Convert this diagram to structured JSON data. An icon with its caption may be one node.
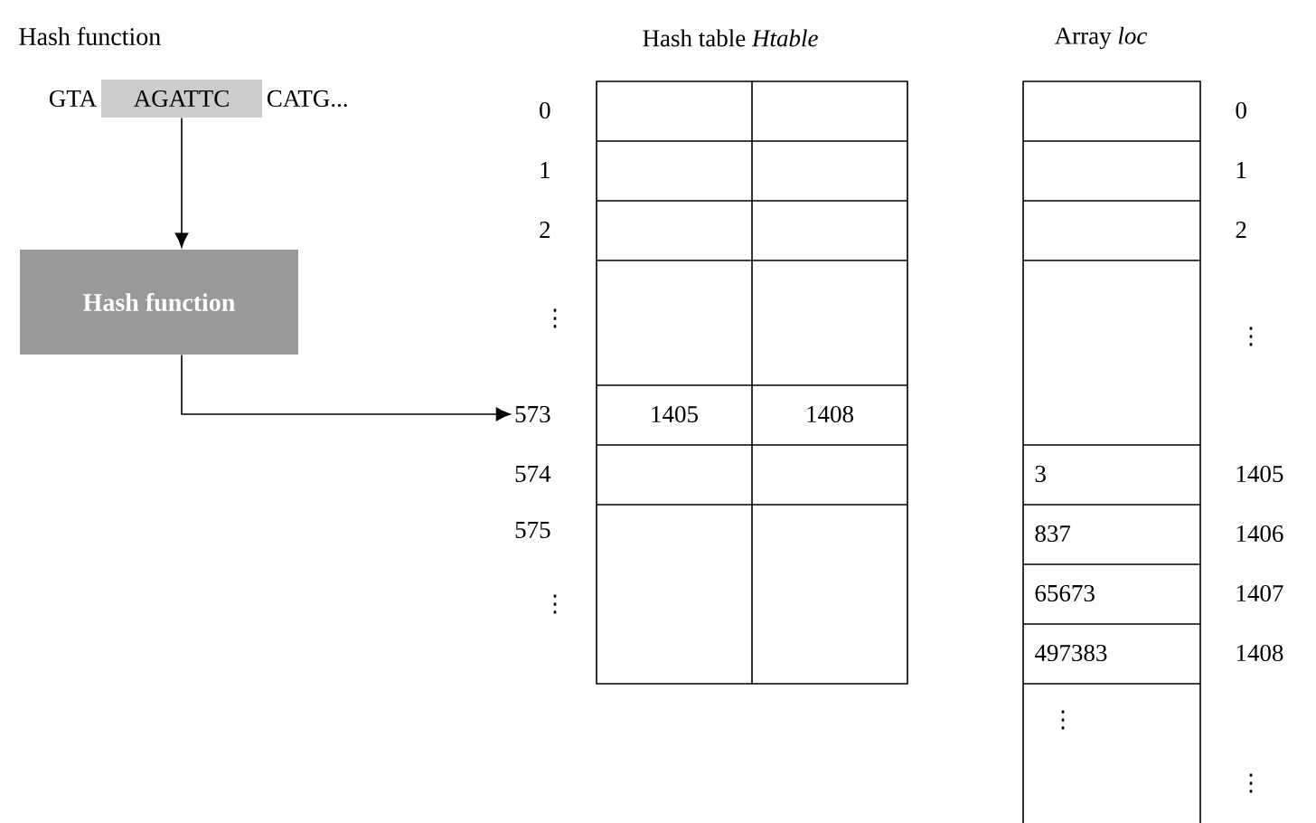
{
  "diagram": {
    "title": "Hash function",
    "nodes": [
      {
        "text": [
          "AGATTC"
        ],
        "beside": [
          "GTA",
          "CATG..."
        ]
      },
      {
        "text": [
          "Hash function"
        ]
      },
      {
        "text": [
          "573"
        ]
      }
    ],
    "edges": [
      {
        "from": 0,
        "to": 1,
        "arrow": "to"
      },
      {
        "from": 1,
        "to": 2,
        "arrow": "to"
      }
    ],
    "labels": [
      "Hash table *Htable*",
      "Array *loc*",
      "0",
      "1",
      "2",
      "⋮",
      "574",
      "575",
      "⋮",
      "1405",
      "1408",
      "3",
      "837",
      "65673",
      "497383",
      "⋮",
      "0",
      "1",
      "2",
      "⋮",
      "1405",
      "1406",
      "1407",
      "1408",
      "⋮"
    ]
  }
}
